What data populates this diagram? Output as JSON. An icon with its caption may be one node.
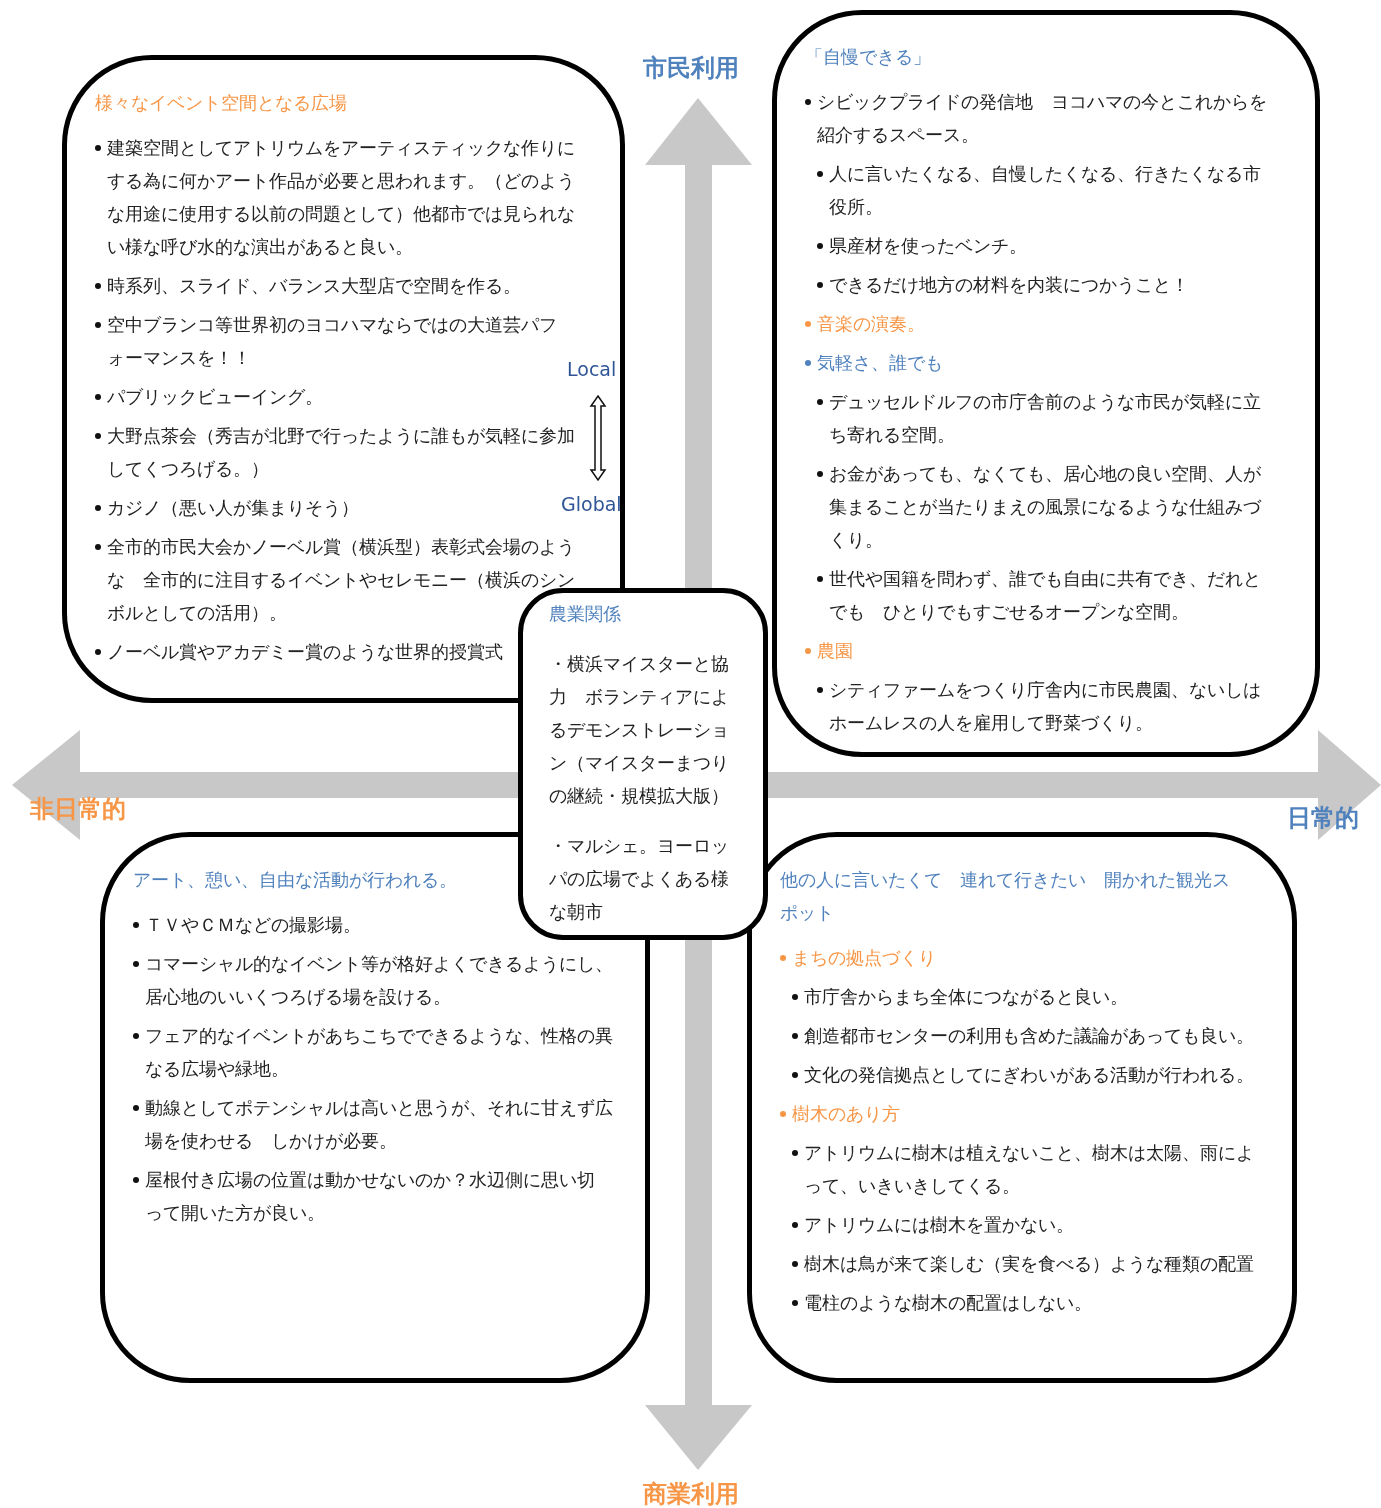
{
  "diagram": {
    "nodes": [
      {
        "text": [
          "様々なイベント空間となる広場",
          "建築空間としてアトリウムをアーティスティックな作りにする為に何かアート作品が必要と思われます。（どのような用途に使用する以前の問題として）他都市では見られない様な呼び水的な演出があると良い。",
          "時系列、スライド、バランス大型店で空間を作る。",
          "空中ブランコ等世界初のヨコハマならではの大道芸パフォーマンスを！！",
          "パブリックビューイング。",
          "大野点茶会（秀吉が北野で行ったように誰もが気軽に参加してくつろげる。）",
          "カジノ（悪い人が集まりそう）",
          "全市的市民大会かノーベル賞（横浜型）表彰式会場のような　全市的に注目するイベントやセレモニー（横浜のシンボルとしての活用）。",
          "ノーベル賞やアカデミー賞のような世界的授賞式"
        ]
      },
      {
        "text": [
          "「自慢できる」",
          "シビックプライドの発信地　ヨコハマの今とこれからを紹介するスペース。",
          "人に言いたくなる、自慢したくなる、行きたくなる市役所。",
          "県産材を使ったベンチ。",
          "できるだけ地方の材料を内装につかうこと！",
          "音楽の演奏。",
          "気軽さ、誰でも",
          "デュッセルドルフの市庁舎前のような市民が気軽に立ち寄れる空間。",
          "お金があっても、なくても、居心地の良い空間、人が集まることが当たりまえの風景になるような仕組みづくり。",
          "世代や国籍を問わず、誰でも自由に共有でき、だれとでも　ひとりでもすごせるオープンな空間。",
          "農園",
          "シティファームをつくり庁舎内に市民農園、ないしはホームレスの人を雇用して野菜づくり。"
        ]
      },
      {
        "text": [
          "農業関係",
          "・横浜マイスターと協力　ボランティアによるデモンストレーション（マイスターまつりの継続・規模拡大版）",
          "・マルシェ。ヨーロッパの広場でよくある様な朝市"
        ]
      },
      {
        "text": [
          "アート、憩い、自由な活動が行われる。",
          "ＴＶやＣＭなどの撮影場。",
          "コマーシャル的なイベント等が格好よくできるようにし、居心地のいいくつろげる場を設ける。",
          "フェア的なイベントがあちこちでできるような、性格の異なる広場や緑地。",
          "動線としてポテンシャルは高いと思うが、それに甘えず広場を使わせる　しかけが必要。",
          "屋根付き広場の位置は動かせないのか？水辺側に思い切って開いた方が良い。"
        ]
      },
      {
        "text": [
          "他の人に言いたくて　連れて行きたい　開かれた観光スポット",
          "まちの拠点づくり",
          "市庁舎からまち全体につながると良い。",
          "創造都市センターの利用も含めた議論があっても良い。",
          "文化の発信拠点としてにぎわいがある活動が行われる。",
          "樹木のあり方",
          "アトリウムに樹木は植えないこと、樹木は太陽、雨によって、いきいきしてくる。",
          "アトリウムには樹木を置かない。",
          "樹木は鳥が来て楽しむ（実を食べる）ような種類の配置",
          "電柱のような樹木の配置はしない。"
        ]
      }
    ],
    "labels": [
      "市民利用",
      "Local",
      "Global",
      "非日常的",
      "日常的",
      "商業利用"
    ]
  }
}
